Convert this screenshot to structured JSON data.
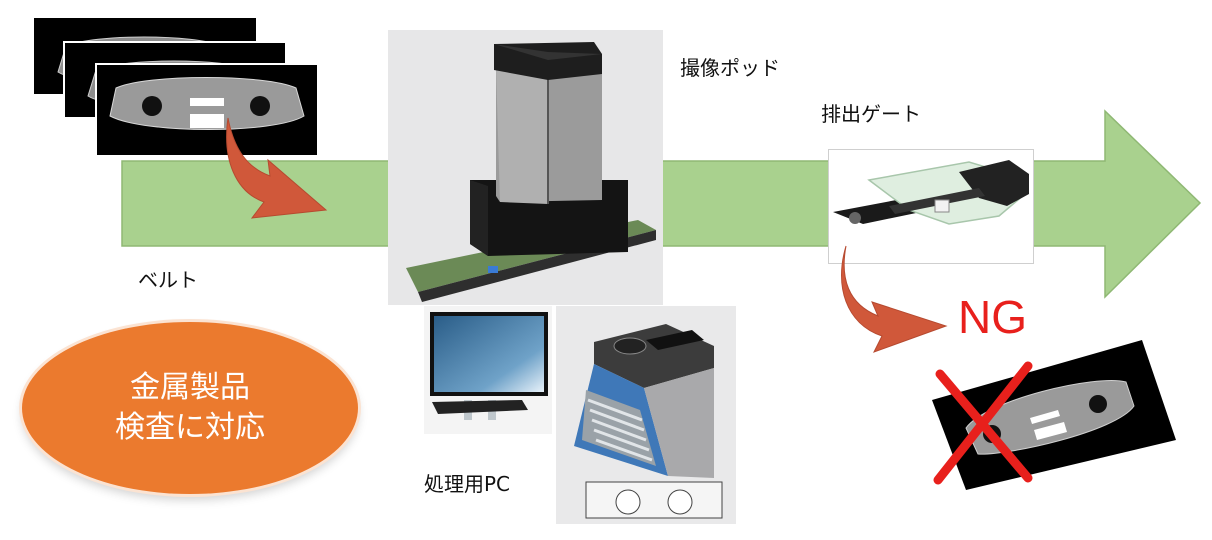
{
  "labels": {
    "camera_pod": "撮像ポッド",
    "eject_gate": "排出ゲート",
    "belt": "ベルト",
    "processing_pc": "処理用PC",
    "ng": "NG"
  },
  "badge": {
    "line1": "金属製品",
    "line2": "検査に対応"
  },
  "colors": {
    "belt_green": "#a9d18e",
    "arrow_orange": "#d0583a",
    "badge_orange": "#eb7a2e",
    "ng_red": "#e8201c"
  }
}
